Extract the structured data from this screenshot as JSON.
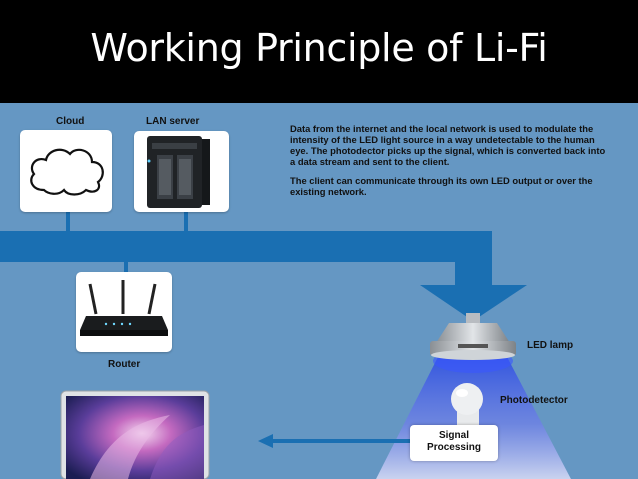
{
  "slide": {
    "title": "Working Principle of Li-Fi"
  },
  "diagram": {
    "labels": {
      "cloud": "Cloud",
      "lan_server": "LAN server",
      "router": "Router",
      "led_lamp": "LED lamp",
      "photodetector": "Photodetector",
      "signal_processing_line1": "Signal",
      "signal_processing_line2": "Processing"
    },
    "description": {
      "paragraph1": "Data from the internet and the local network is used to modulate the intensity of the LED light source in a way undetectable to the human eye. The photodector picks up the signal, which is converted back into a data stream and sent to the client.",
      "paragraph2": "The client can communicate through its own LED output or over the existing network."
    },
    "colors": {
      "background": "#6597c3",
      "network_bus": "#1a6fb2",
      "light_beam": "#3b5fe0",
      "title_bar": "#000000"
    }
  }
}
